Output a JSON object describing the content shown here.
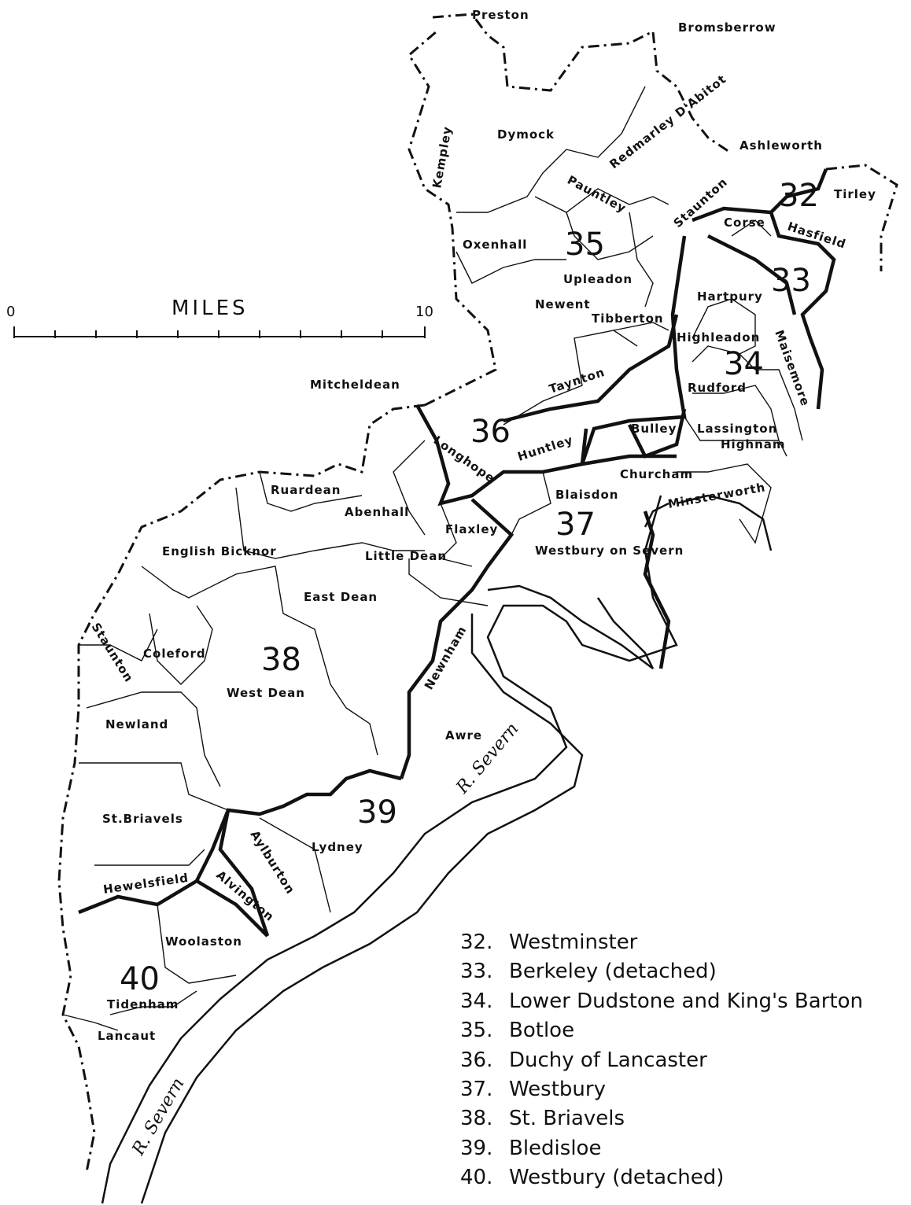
{
  "scale": {
    "title": "MILES",
    "start": "0",
    "end": "10"
  },
  "river_labels": [
    "R. Severn",
    "R. Severn"
  ],
  "hundred_numbers": [
    "32",
    "33",
    "34",
    "35",
    "36",
    "37",
    "38",
    "39",
    "40"
  ],
  "parishes": [
    "Preston",
    "Bromsberrow",
    "Dymock",
    "Kempley",
    "Redmarley D'Abitot",
    "Pauntley",
    "Staunton",
    "Ashleworth",
    "Tirley",
    "Corse",
    "Hasfield",
    "Oxenhall",
    "Upleadon",
    "Newent",
    "Hartpury",
    "Tibberton",
    "Highleadon",
    "Maisemore",
    "Taynton",
    "Rudford",
    "Mitcheldean",
    "Longhope",
    "Huntley",
    "Bulley",
    "Lassington",
    "Highnam",
    "Churcham",
    "Blaisdon",
    "Minsterworth",
    "Ruardean",
    "Abenhall",
    "Flaxley",
    "Westbury on Severn",
    "English Bicknor",
    "Little Dean",
    "East Dean",
    "Staunton",
    "Coleford",
    "West Dean",
    "Newnham",
    "Newland",
    "Awre",
    "St.Briavels",
    "Lydney",
    "Aylburton",
    "Alvington",
    "Hewelsfield",
    "Woolaston",
    "Tidenham",
    "Lancaut"
  ],
  "legend": [
    {
      "num": "32.",
      "name": "Westminster"
    },
    {
      "num": "33.",
      "name": "Berkeley (detached)"
    },
    {
      "num": "34.",
      "name": "Lower Dudstone and King's Barton"
    },
    {
      "num": "35.",
      "name": "Botloe"
    },
    {
      "num": "36.",
      "name": "Duchy of Lancaster"
    },
    {
      "num": "37.",
      "name": "Westbury"
    },
    {
      "num": "38.",
      "name": "St. Briavels"
    },
    {
      "num": "39.",
      "name": "Bledisloe"
    },
    {
      "num": "40.",
      "name": "Westbury (detached)"
    }
  ]
}
